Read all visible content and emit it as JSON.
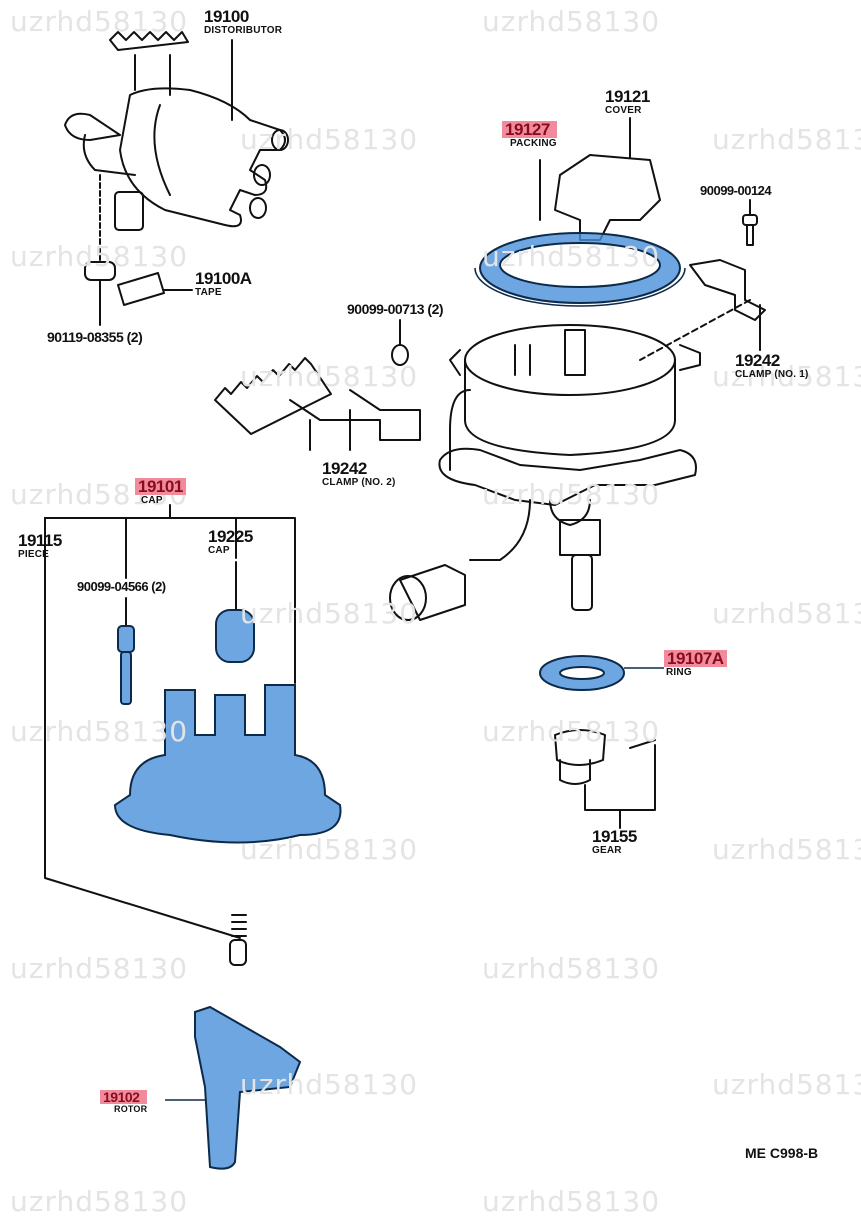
{
  "watermark": "uzrhd58130",
  "reference_code": "ME  C998-B",
  "colors": {
    "highlight_label_bg": "#ef8b9a",
    "highlight_label_text": "#8a0a1e",
    "highlight_part_fill": "#4a90d9",
    "line": "#111111"
  },
  "parts": [
    {
      "number": "19100",
      "name": "DISTORIBUTOR",
      "highlighted": false
    },
    {
      "number": "19100A",
      "name": "TAPE",
      "highlighted": false
    },
    {
      "number": "90119-08355 (2)",
      "name": "",
      "highlighted": false
    },
    {
      "number": "19121",
      "name": "COVER",
      "highlighted": false
    },
    {
      "number": "19127",
      "name": "PACKING",
      "highlighted": true
    },
    {
      "number": "90099-00124",
      "name": "",
      "highlighted": false
    },
    {
      "number": "90099-00713 (2)",
      "name": "",
      "highlighted": false
    },
    {
      "number": "19242",
      "name": "CLAMP (NO. 1)",
      "highlighted": false
    },
    {
      "number": "19242",
      "name": "CLAMP (NO. 2)",
      "highlighted": false
    },
    {
      "number": "19101",
      "name": "CAP",
      "highlighted": true
    },
    {
      "number": "19115",
      "name": "PIECE",
      "highlighted": false
    },
    {
      "number": "19225",
      "name": "CAP",
      "highlighted": false
    },
    {
      "number": "90099-04566 (2)",
      "name": "",
      "highlighted": false
    },
    {
      "number": "19107A",
      "name": "RING",
      "highlighted": true
    },
    {
      "number": "19155",
      "name": "GEAR",
      "highlighted": false
    },
    {
      "number": "19102",
      "name": "ROTOR",
      "highlighted": true
    }
  ]
}
